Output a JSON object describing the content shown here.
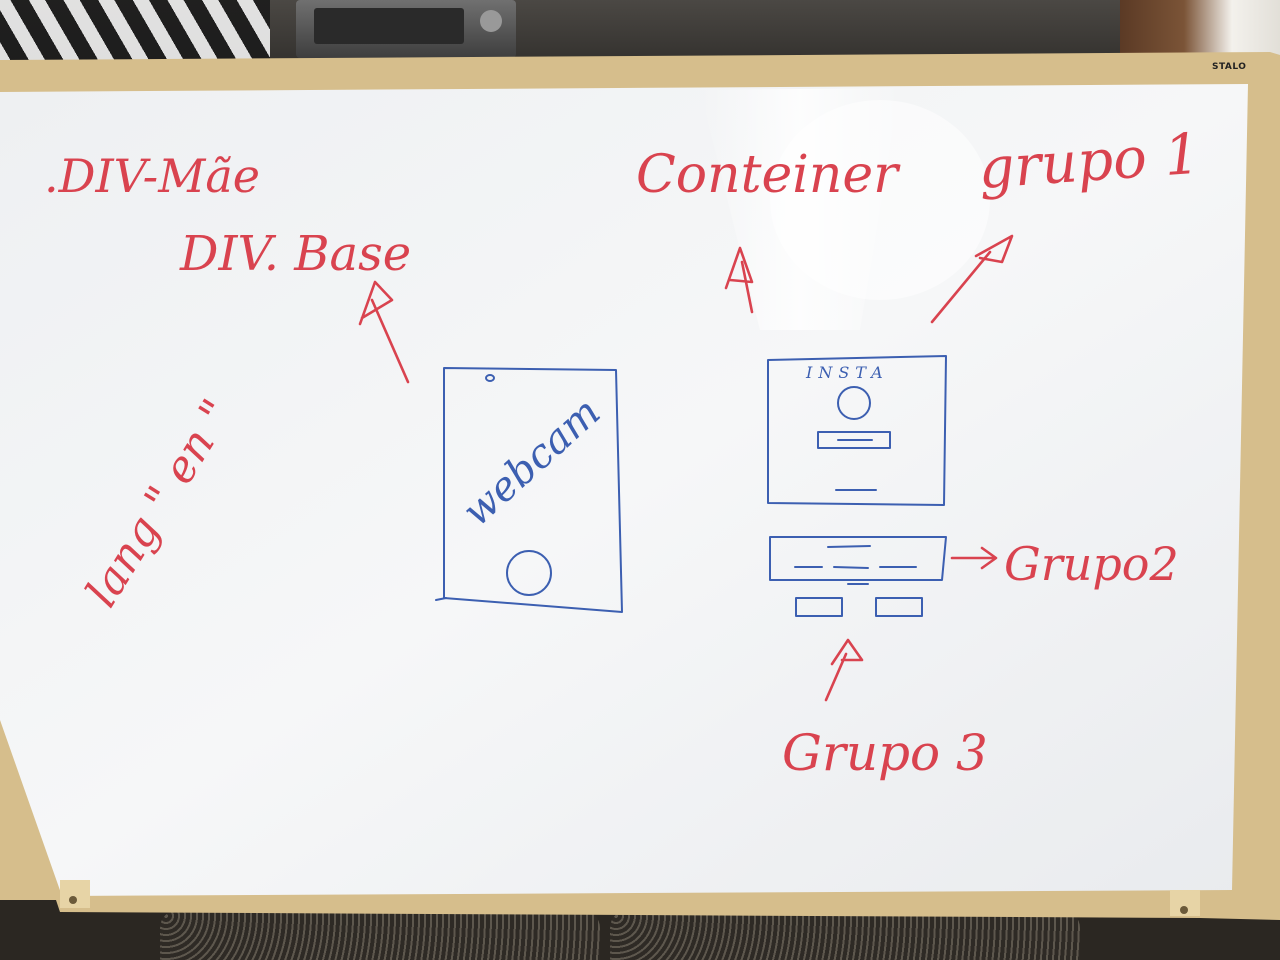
{
  "board_brand": "STALO",
  "notes": {
    "div_mae": ".DIV-Mãe",
    "div_base": "DIV. Base",
    "lang": "lang \" en \"",
    "conteiner": "Conteiner",
    "grupo1": "grupo 1",
    "grupo2": "Grupo2",
    "grupo3": "Grupo 3",
    "insta": "INSTA",
    "webcam": "webcam"
  },
  "colors": {
    "red_marker": "#d9434f",
    "blue_marker": "#3c5fb1",
    "board": "#f4f5f6",
    "frame": "#d6be8c"
  }
}
